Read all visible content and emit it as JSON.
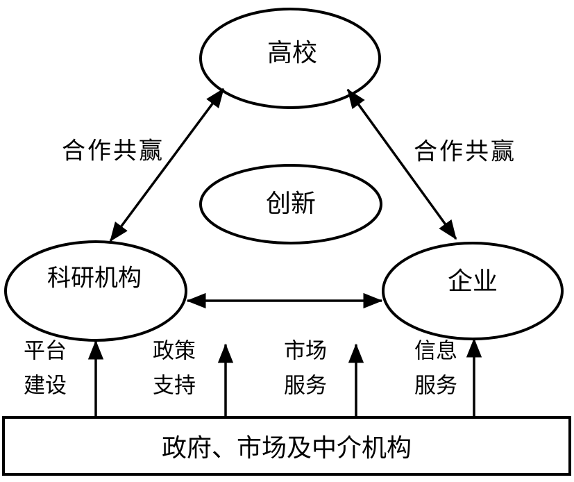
{
  "diagram": {
    "title_semantic": "industry-university-research-collaboration-model",
    "background_color": "#ffffff",
    "line_color": "#000000",
    "nodes": {
      "university": "高校",
      "innovation": "创新",
      "research": "科研机构",
      "enterprise": "企业",
      "government_box": "政府、市场及中介机构"
    },
    "edge_labels": {
      "left_win_win": "合作共赢",
      "right_win_win": "合作共赢"
    },
    "support_arrows": [
      {
        "line1": "平台",
        "line2": "建设"
      },
      {
        "line1": "政策",
        "line2": "支持"
      },
      {
        "line1": "市场",
        "line2": "服务"
      },
      {
        "line1": "信息",
        "line2": "服务"
      }
    ]
  }
}
